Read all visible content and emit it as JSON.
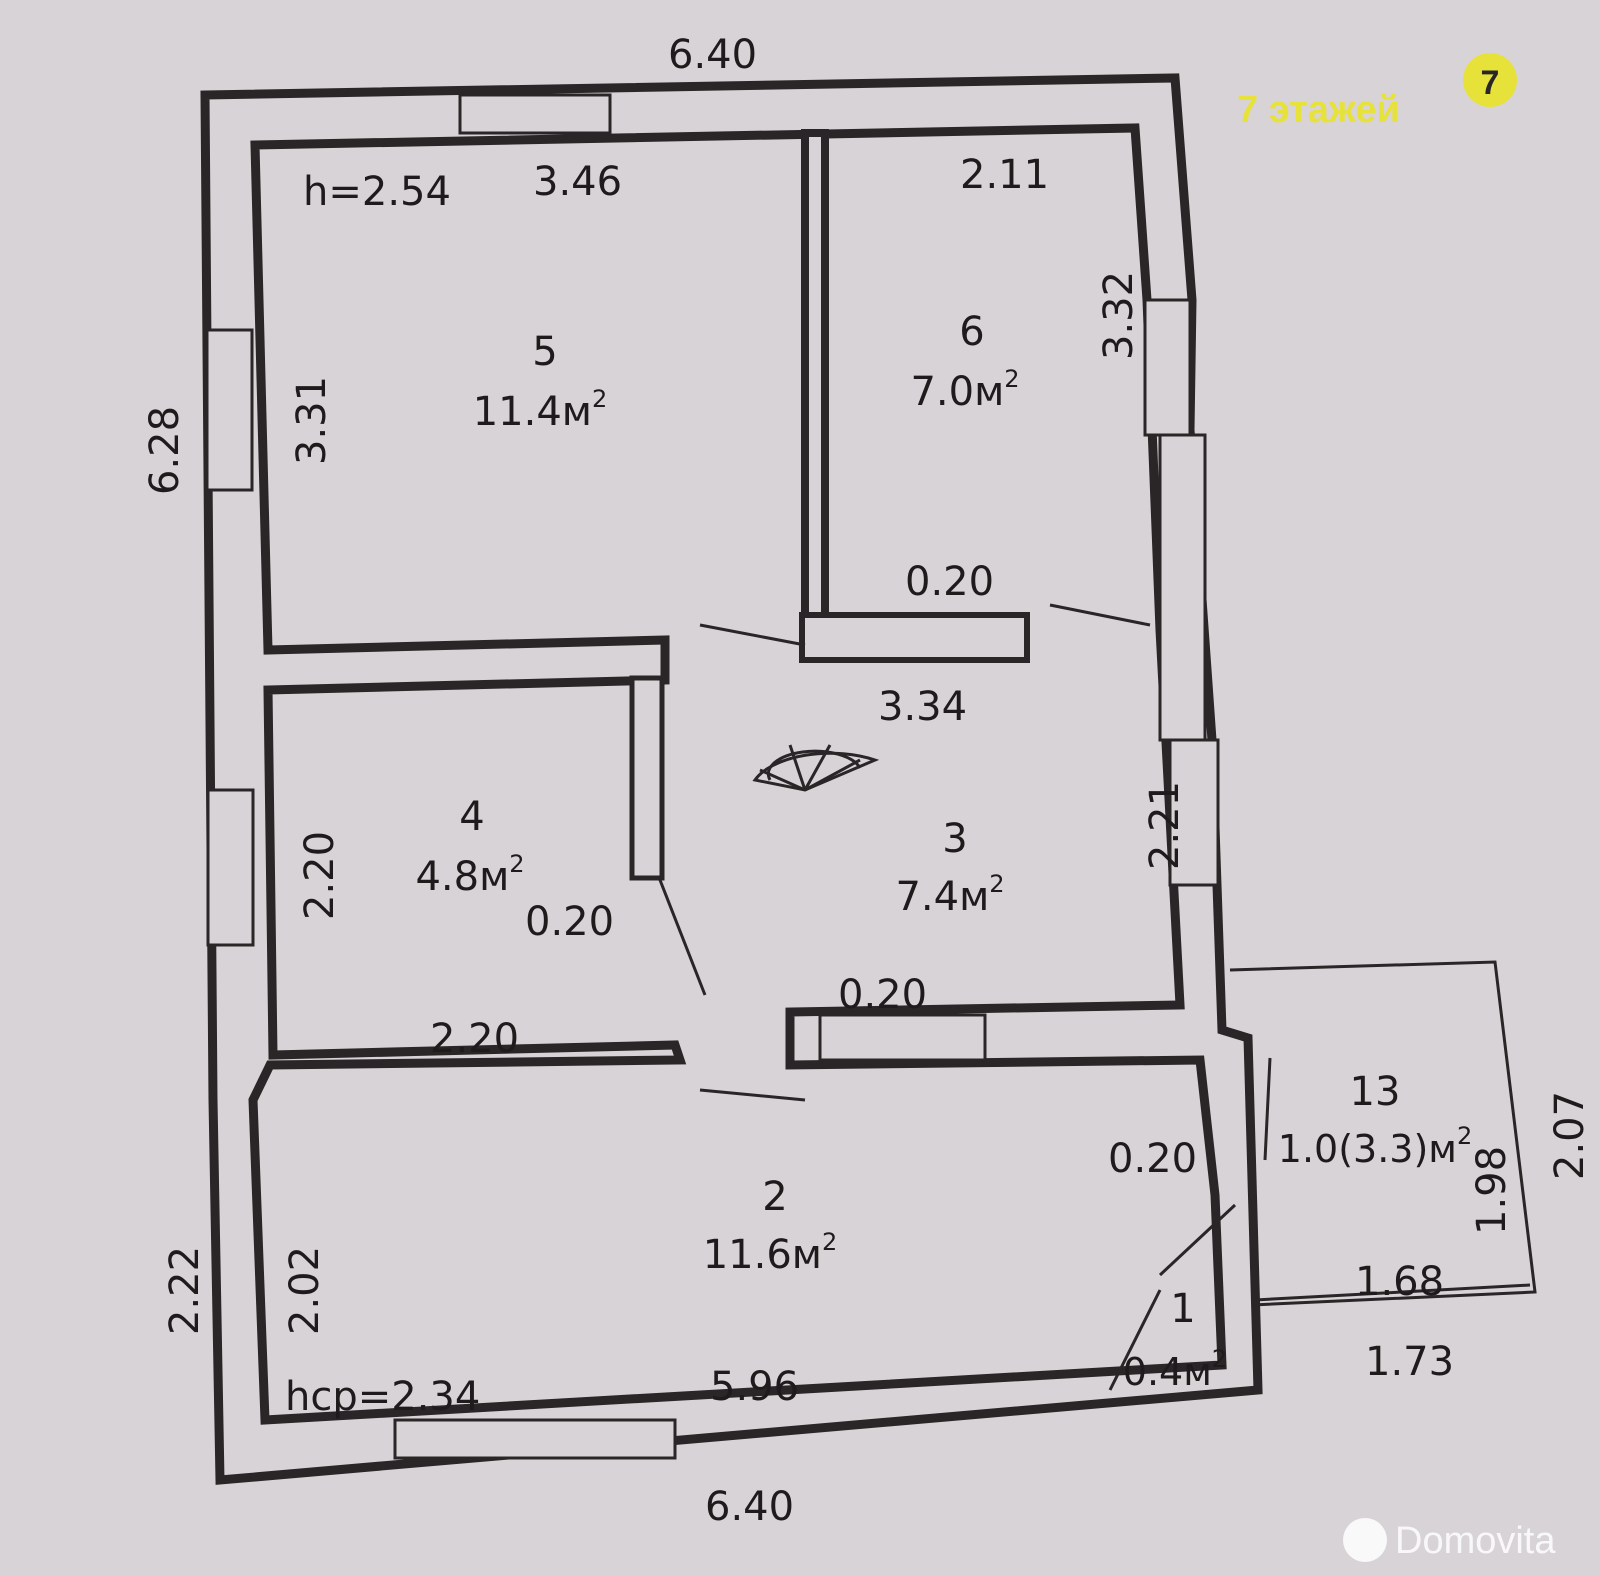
{
  "brand": {
    "text": "7 этажей",
    "badge": "7",
    "color": "#e7e23a"
  },
  "watermark": {
    "text": "Domovita"
  },
  "plan": {
    "ceiling_main": "h=2.54",
    "ceiling_lower": "hcp=2.34",
    "dimensions": {
      "top_outer": "6.40",
      "bottom_outer": "6.40",
      "left_outer_upper": "6.28",
      "left_outer_lower": "2.22",
      "room5_width": "3.46",
      "room5_height": "3.31",
      "room6_width": "2.11",
      "room6_height": "3.32",
      "hall_width": "3.34",
      "room3_height": "2.21",
      "room4_height": "2.20",
      "room4_width": "2.20",
      "room2_height": "2.02",
      "room2_width": "5.96",
      "porch_outer_height": "2.07",
      "porch_inner_height": "1.98",
      "porch_inner_width": "1.68",
      "porch_outer_width": "1.73",
      "wall_room6": "0.20",
      "wall_room4": "0.20",
      "wall_room3": "0.20",
      "wall_room1": "0.20"
    },
    "rooms": [
      {
        "number": "5",
        "area": "11.4м"
      },
      {
        "number": "6",
        "area": "7.0м"
      },
      {
        "number": "4",
        "area": "4.8м"
      },
      {
        "number": "3",
        "area": "7.4м"
      },
      {
        "number": "2",
        "area": "11.6м"
      },
      {
        "number": "1",
        "area": "0.4м"
      },
      {
        "number": "13",
        "area": "1.0(3.3)м"
      }
    ],
    "area_unit_superscript": "2"
  }
}
